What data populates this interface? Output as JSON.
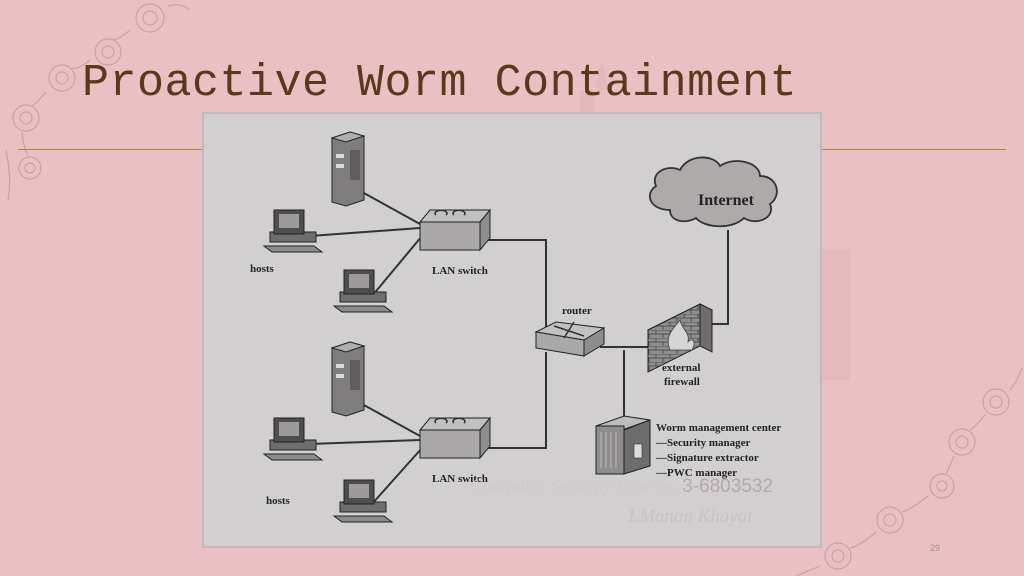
{
  "slide": {
    "title": "Proactive Worm Containment",
    "page_number": "29"
  },
  "watermark": {
    "course": "Computer Security Course, ",
    "course_number": "3-6803532",
    "author": "I.Manan Khayat"
  },
  "diagram": {
    "internet_label": "Internet",
    "router_label": "router",
    "firewall_label_line1": "external",
    "firewall_label_line2": "firewall",
    "lan_switch_top_label": "LAN switch",
    "lan_switch_bottom_label": "LAN switch",
    "hosts_top_label": "hosts",
    "hosts_bottom_label": "hosts",
    "worm_center": {
      "title": "Worm management center",
      "items": [
        "—Security manager",
        "—Signature extractor",
        "—PWC manager"
      ]
    }
  },
  "colors": {
    "slide_background": "#e9c1c4",
    "title": "#5a3a1a",
    "rule": "#a68a3a",
    "panel": "#d1cfcf"
  }
}
